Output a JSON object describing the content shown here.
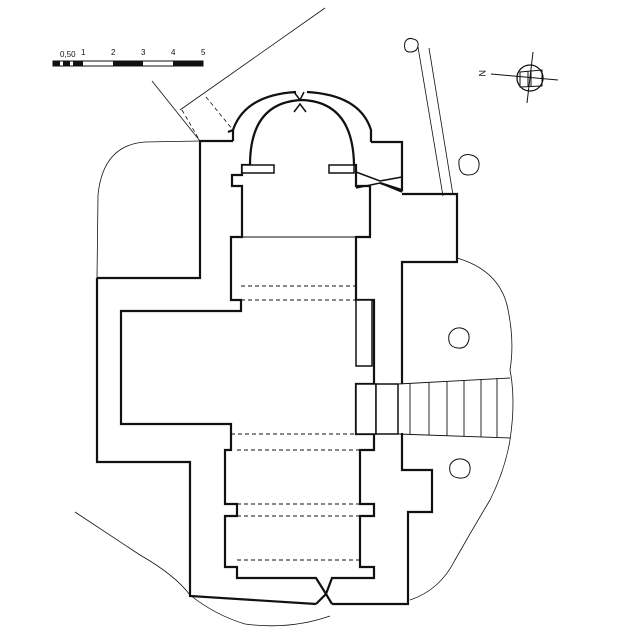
{
  "scale_bar": {
    "labels": [
      "0,50",
      "1",
      "2",
      "3",
      "4",
      "5"
    ]
  },
  "north_arrow": {
    "label": "N"
  },
  "colors": {
    "line": "#111111",
    "background": "#ffffff"
  }
}
